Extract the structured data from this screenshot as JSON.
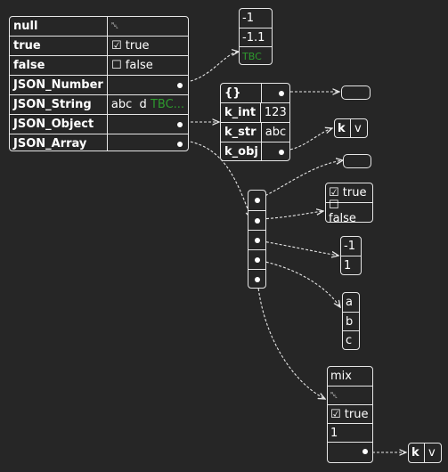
{
  "root": {
    "rows": [
      {
        "key": "null",
        "value": "␀"
      },
      {
        "key": "true",
        "value": "☑ true"
      },
      {
        "key": "false",
        "value": "☐ false"
      },
      {
        "key": "JSON_Number",
        "value": ""
      },
      {
        "key": "JSON_String",
        "value": "abc  d",
        "tbc": "TBC..."
      },
      {
        "key": "JSON_Object",
        "value": ""
      },
      {
        "key": "JSON_Array",
        "value": ""
      }
    ]
  },
  "numbers": {
    "items": [
      "-1",
      "-1.1"
    ],
    "tbc": "TBC"
  },
  "object": {
    "rows": [
      {
        "key": "{}",
        "value": ""
      },
      {
        "key": "k_int",
        "value": "123"
      },
      {
        "key": "k_str",
        "value": "abc"
      },
      {
        "key": "k_obj",
        "value": ""
      }
    ]
  },
  "kv1": {
    "k": "k",
    "v": "v"
  },
  "bools": {
    "items": [
      "☑ true",
      "☐ false"
    ]
  },
  "nums2": {
    "items": [
      "-1",
      "1"
    ]
  },
  "letters": {
    "items": [
      "a",
      "b",
      "c"
    ]
  },
  "mix": {
    "items": [
      "mix",
      "␀",
      "☑ true",
      "1",
      ""
    ]
  },
  "kv2": {
    "k": "k",
    "v": "v"
  },
  "colors": {
    "tbc": "#2e9a2e",
    "border": "#e6e6e6",
    "background": "#262626"
  }
}
